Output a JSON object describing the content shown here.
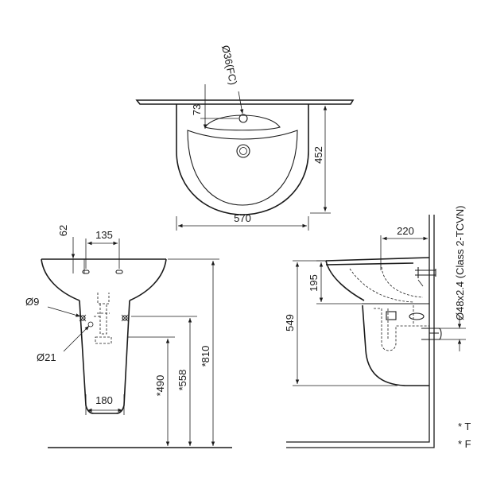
{
  "top_view": {
    "dim_width": "570",
    "dim_depth": "452",
    "dim_tap_offset": "73",
    "dim_tap_hole": "Ø36(FC)"
  },
  "front_view": {
    "dim_62": "62",
    "dim_135": "135",
    "dim_o9": "Ø9",
    "dim_o21": "Ø21",
    "dim_180": "180",
    "dim_490": "*490",
    "dim_558": "*558",
    "dim_810": "*810"
  },
  "side_view": {
    "dim_220": "220",
    "dim_195": "195",
    "dim_549": "549",
    "dim_pipe": "Ø48x2.4 (Class 2-TCVN)"
  },
  "notes": [
    "* T",
    "* F"
  ]
}
